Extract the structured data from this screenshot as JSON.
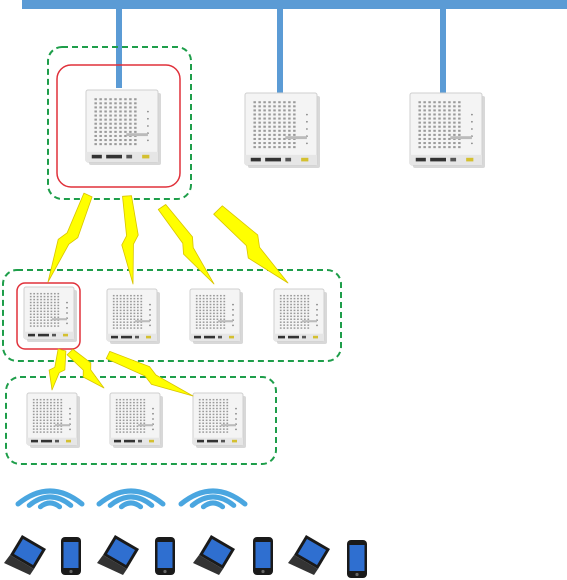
{
  "colors": {
    "backbone": "#5b9bd5",
    "group_border": "#1e9e4a",
    "root_highlight": "#e0303a",
    "link_bolt": "#ffff00",
    "link_bolt_edge": "#d8c400",
    "wifi_signal": "#4aa6e0",
    "ap_body": "#f4f4f4",
    "device_body": "#1a1a1a",
    "device_screen": "#2f6fd0"
  },
  "diagram": {
    "backbone": {
      "kind": "wired-lan",
      "drops": 3
    },
    "wired_access_points": [
      {
        "id": "ap-root-1",
        "role": "root",
        "highlighted": true
      },
      {
        "id": "ap-root-2",
        "role": "root",
        "highlighted": false
      },
      {
        "id": "ap-root-3",
        "role": "root",
        "highlighted": false
      }
    ],
    "mesh_tier_1": [
      {
        "id": "ap-t1-1",
        "highlighted": true
      },
      {
        "id": "ap-t1-2",
        "highlighted": false
      },
      {
        "id": "ap-t1-3",
        "highlighted": false
      },
      {
        "id": "ap-t1-4",
        "highlighted": false
      }
    ],
    "mesh_tier_2": [
      {
        "id": "ap-t2-1"
      },
      {
        "id": "ap-t2-2"
      },
      {
        "id": "ap-t2-3"
      }
    ],
    "wireless_links": [
      {
        "from": "ap-root-1",
        "to": "ap-t1-1"
      },
      {
        "from": "ap-root-1",
        "to": "ap-t1-2"
      },
      {
        "from": "ap-root-1",
        "to": "ap-t1-3"
      },
      {
        "from": "ap-root-1",
        "to": "ap-t1-4"
      },
      {
        "from": "ap-t1-1",
        "to": "ap-t2-1"
      },
      {
        "from": "ap-t1-1",
        "to": "ap-t2-2"
      },
      {
        "from": "ap-t1-1",
        "to": "ap-t2-3"
      }
    ],
    "signals": 3,
    "clients": [
      "laptop",
      "smartphone",
      "laptop",
      "smartphone",
      "laptop",
      "smartphone",
      "laptop",
      "smartphone"
    ]
  }
}
